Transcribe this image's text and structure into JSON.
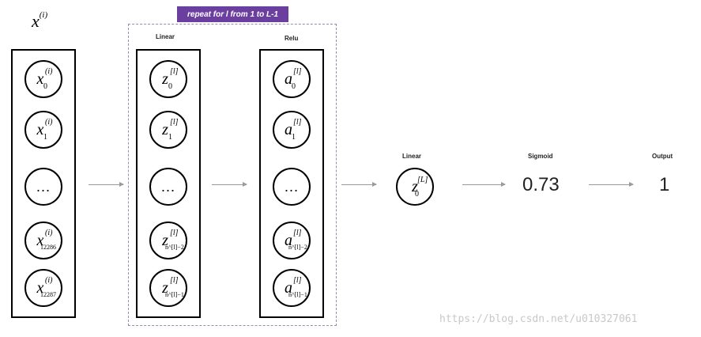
{
  "input": {
    "title_base": "x",
    "title_sup": "(i)",
    "nodes": [
      {
        "base": "x",
        "sup": "(i)",
        "sub": "0"
      },
      {
        "base": "x",
        "sup": "(i)",
        "sub": "1"
      },
      {
        "base": "…",
        "sup": "",
        "sub": ""
      },
      {
        "base": "x",
        "sup": "(i)",
        "sub": "12286"
      },
      {
        "base": "x",
        "sup": "(i)",
        "sub": "12287"
      }
    ]
  },
  "repeat_label": "repeat for l from 1 to L-1",
  "linear_block": {
    "label": "Linear",
    "nodes": [
      {
        "base": "z",
        "sup": "[l]",
        "sub": "0"
      },
      {
        "base": "z",
        "sup": "[l]",
        "sub": "1"
      },
      {
        "base": "…",
        "sup": "",
        "sub": ""
      },
      {
        "base": "z",
        "sup": "[l]",
        "sub": "n^[l]−2"
      },
      {
        "base": "z",
        "sup": "[l]",
        "sub": "n^[l]−1"
      }
    ]
  },
  "relu_block": {
    "label": "Relu",
    "nodes": [
      {
        "base": "a",
        "sup": "[l]",
        "sub": "0"
      },
      {
        "base": "a",
        "sup": "[l]",
        "sub": "1"
      },
      {
        "base": "…",
        "sup": "",
        "sub": ""
      },
      {
        "base": "a",
        "sup": "[l]",
        "sub": "n^[l]−2"
      },
      {
        "base": "a",
        "sup": "[l]",
        "sub": "n^[l]−1"
      }
    ]
  },
  "final_linear": {
    "label": "Linear",
    "node": {
      "base": "z",
      "sup": "[L]",
      "sub": "0"
    }
  },
  "sigmoid": {
    "label": "Sigmoid",
    "value": "0.73"
  },
  "output": {
    "label": "Output",
    "value": "1"
  },
  "watermark": "https://blog.csdn.net/u010327061",
  "colors": {
    "repeat_tag": "#6b3fa0",
    "repeat_border": "#9b8ab5",
    "arrow": "#9a9a9a"
  }
}
